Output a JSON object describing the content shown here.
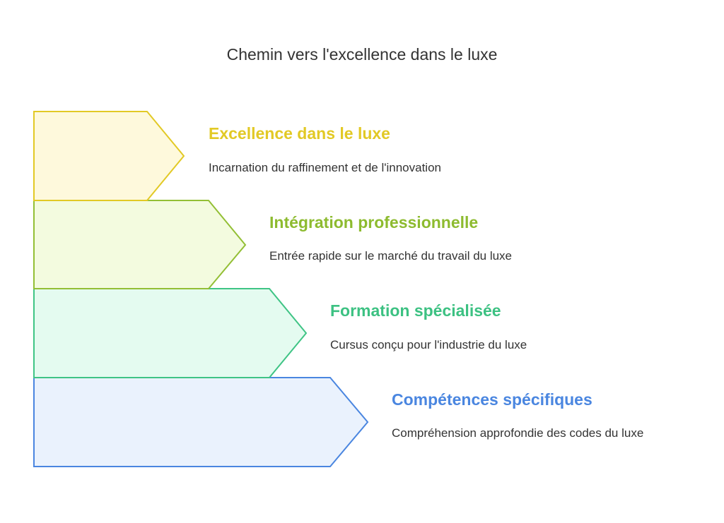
{
  "title": "Chemin vers l'excellence dans le luxe",
  "steps": [
    {
      "title": "Excellence dans le luxe",
      "description": "Incarnation du raffinement et de l'innovation",
      "stroke": "#e2c925",
      "fill": "#fef9dc",
      "text_color": "#e2c925"
    },
    {
      "title": "Intégration professionnelle",
      "description": "Entrée rapide sur le marché du travail du luxe",
      "stroke": "#93bf35",
      "fill": "#f3fbdf",
      "text_color": "#8dbb2f"
    },
    {
      "title": "Formation spécialisée",
      "description": "Cursus conçu pour l'industrie du luxe",
      "stroke": "#3fc485",
      "fill": "#e4fbf0",
      "text_color": "#3cc182"
    },
    {
      "title": "Compétences spécifiques",
      "description": "Compréhension approfondie des codes du luxe",
      "stroke": "#4a86e0",
      "fill": "#eaf2fd",
      "text_color": "#4a86e0"
    }
  ]
}
